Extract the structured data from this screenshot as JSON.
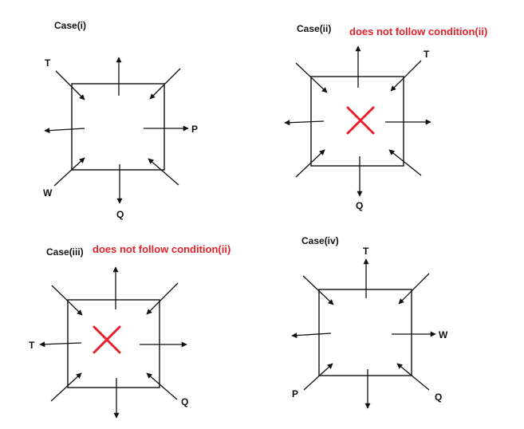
{
  "colors": {
    "ink": "#111111",
    "accent": "#e8202a"
  },
  "cases": [
    {
      "title": "Case(i)",
      "note": "",
      "labels": {
        "tl": "T",
        "r": "P",
        "bl": "W",
        "b": "Q"
      },
      "crossed": false
    },
    {
      "title": "Case(ii)",
      "note": "does not follow condition(ii)",
      "labels": {
        "tr": "T",
        "b": "Q"
      },
      "crossed": true
    },
    {
      "title": "Case(iii)",
      "note": "does not follow condition(ii)",
      "labels": {
        "l": "T",
        "br": "Q"
      },
      "crossed": true
    },
    {
      "title": "Case(iv)",
      "note": "",
      "labels": {
        "t": "T",
        "r": "W",
        "bl": "P",
        "br": "Q"
      },
      "crossed": false
    }
  ]
}
